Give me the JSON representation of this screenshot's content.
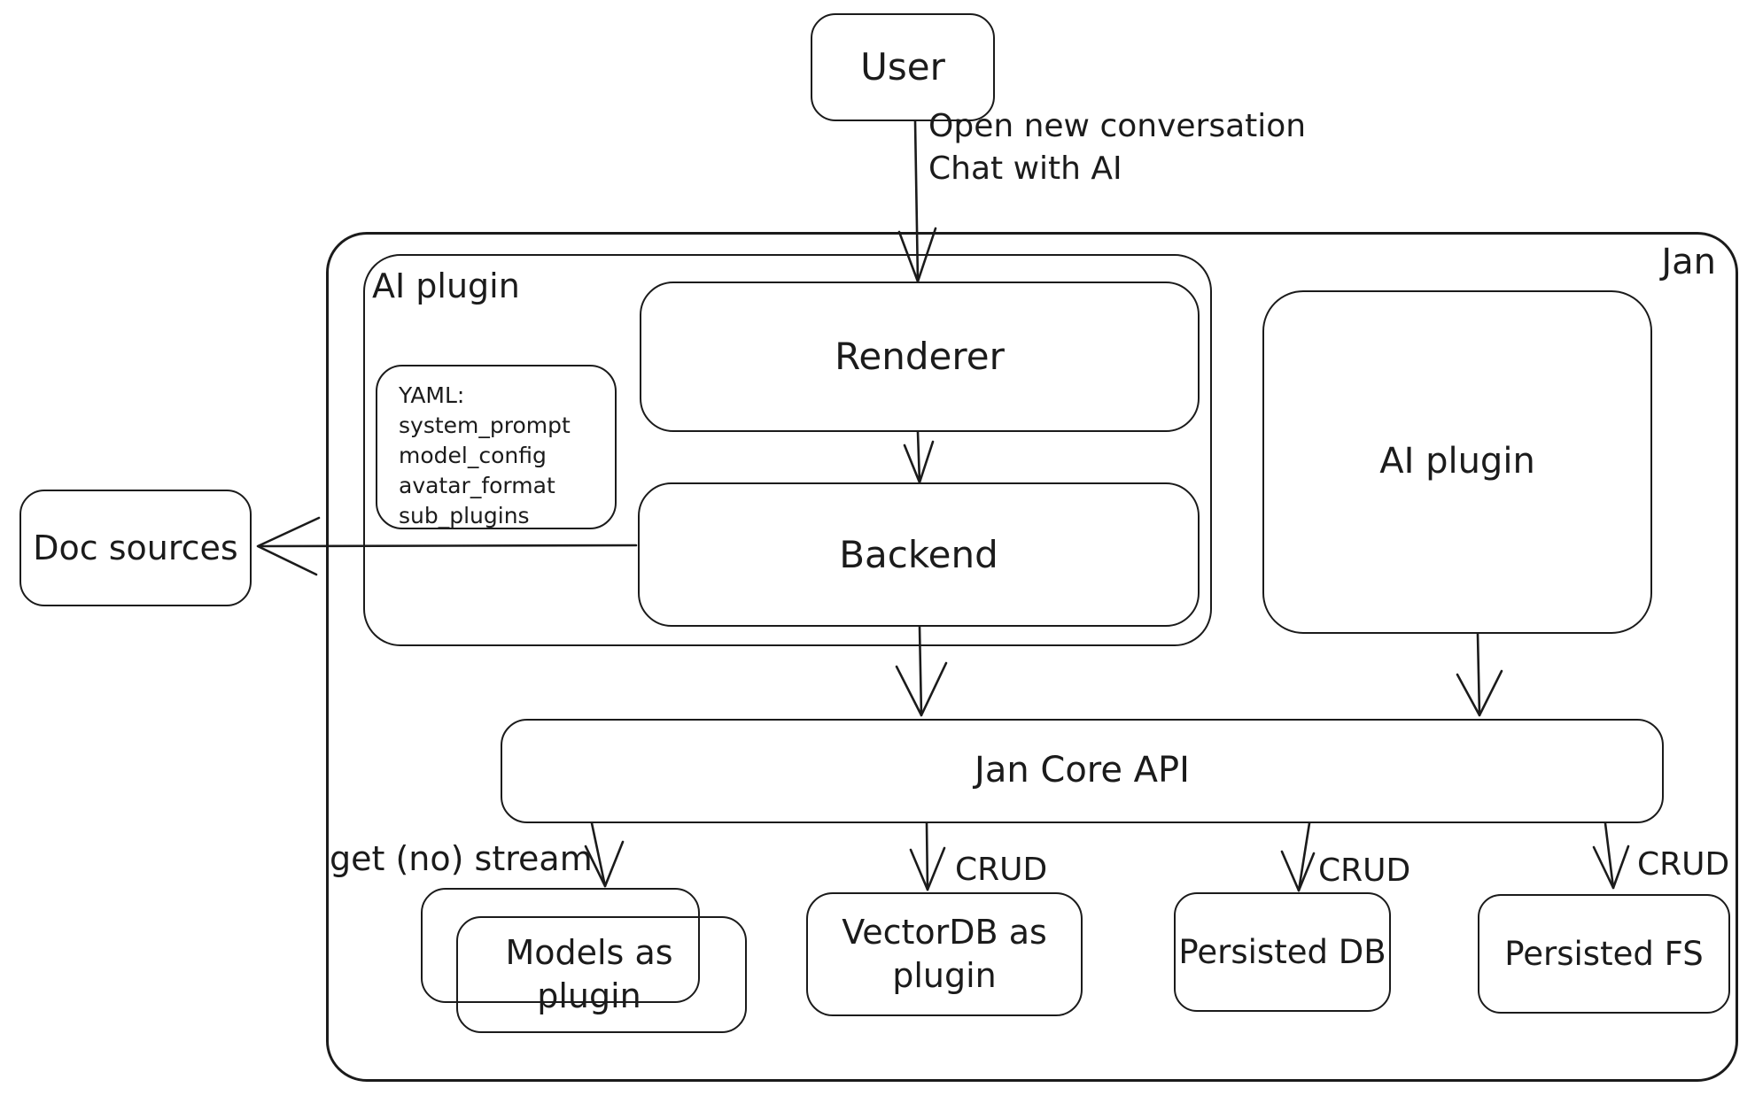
{
  "nodes": {
    "user": {
      "label": "User"
    },
    "jan": {
      "label": "Jan"
    },
    "ai_plugin_left": {
      "label": "AI plugin"
    },
    "yaml_note": {
      "lines": [
        "YAML:",
        "system_prompt",
        "model_config",
        "avatar_format",
        "sub_plugins"
      ]
    },
    "renderer": {
      "label": "Renderer"
    },
    "backend": {
      "label": "Backend"
    },
    "doc_sources": {
      "label": "Doc sources"
    },
    "ai_plugin_right": {
      "label": "AI plugin"
    },
    "jan_core_api": {
      "label": "Jan Core API"
    },
    "models_plugin": {
      "label": "Models as plugin"
    },
    "vectordb_plugin": {
      "label": "VectorDB as plugin"
    },
    "persisted_db": {
      "label": "Persisted DB"
    },
    "persisted_fs": {
      "label": "Persisted FS"
    }
  },
  "edges": {
    "user_to_renderer": {
      "label": [
        "Open new conversation",
        "Chat with AI"
      ]
    },
    "core_to_models": {
      "label": "get (no) stream"
    },
    "core_to_vectordb": {
      "label": "CRUD"
    },
    "core_to_persisted_db": {
      "label": "CRUD"
    },
    "core_to_persisted_fs": {
      "label": "CRUD"
    }
  },
  "colors": {
    "stroke": "#1b1b1b",
    "background": "#ffffff"
  }
}
